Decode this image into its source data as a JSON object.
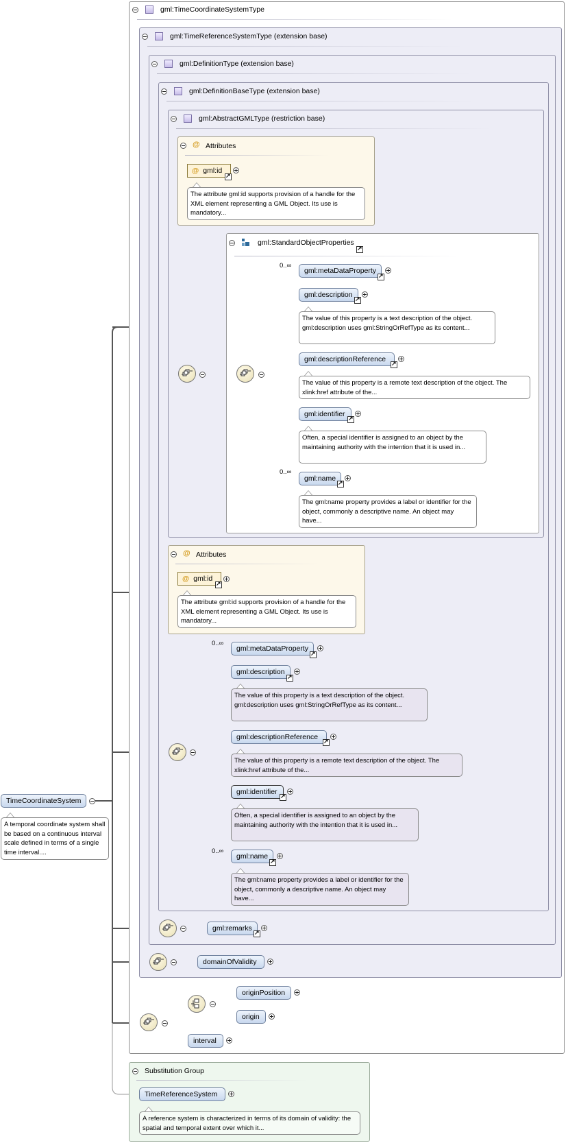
{
  "root": {
    "label": "TimeCoordinateSystem",
    "doc": "A temporal coordinate system shall be based on a continuous interval scale defined in terms of a single time interval...."
  },
  "types": {
    "timeCoordinateSystemType": "gml:TimeCoordinateSystemType",
    "timeReferenceSystemType": "gml:TimeReferenceSystemType (extension base)",
    "definitionType": "gml:DefinitionType (extension base)",
    "definitionBaseType": "gml:DefinitionBaseType (extension base)",
    "abstractGMLType": "gml:AbstractGMLType (restriction base)"
  },
  "attributes_header": "Attributes",
  "inner_attributes": {
    "id_label": "gml:id",
    "doc": "The attribute gml:id supports provision of a handle for the XML element representing a GML Object. Its use is mandatory..."
  },
  "standard_object_properties": {
    "label": "gml:StandardObjectProperties",
    "elements": [
      {
        "label": "gml:metaDataProperty",
        "card": "0..∞",
        "doc": ""
      },
      {
        "label": "gml:description",
        "card": "",
        "doc": "The value of this property is a text description of the object. gml:description uses gml:StringOrRefType as its content..."
      },
      {
        "label": "gml:descriptionReference",
        "card": "",
        "doc": "The value of this property is a remote text description of the object. The xlink:href attribute of the..."
      },
      {
        "label": "gml:identifier",
        "card": "",
        "doc": "Often, a special identifier is assigned to an object by the maintaining authority with the intention that it is used in..."
      },
      {
        "label": "gml:name",
        "card": "0..∞",
        "doc": "The gml:name property provides a label or identifier for the object, commonly a descriptive name. An object may have..."
      }
    ]
  },
  "outer_attributes": {
    "id_label": "gml:id",
    "doc": "The attribute gml:id supports provision of a handle for the XML element representing a GML Object. Its use is mandatory..."
  },
  "definition_base_elements": [
    {
      "label": "gml:metaDataProperty",
      "card": "0..∞",
      "doc": ""
    },
    {
      "label": "gml:description",
      "card": "",
      "doc": "The value of this property is a text description of the object. gml:description uses gml:StringOrRefType as its content..."
    },
    {
      "label": "gml:descriptionReference",
      "card": "",
      "doc": "The value of this property is a remote text description of the object. The xlink:href attribute of the..."
    },
    {
      "label": "gml:identifier",
      "card": "",
      "doc": "Often, a special identifier is assigned to an object by the maintaining authority with the intention that it is used in..."
    },
    {
      "label": "gml:name",
      "card": "0..∞",
      "doc": "The gml:name property provides a label or identifier for the object, commonly a descriptive name. An object may have..."
    }
  ],
  "remarks": "gml:remarks",
  "domain_of_validity": "domainOfValidity",
  "origin_position": "originPosition",
  "origin": "origin",
  "interval": "interval",
  "substitution_group": {
    "header": "Substitution Group",
    "label": "TimeReferenceSystem",
    "doc": "A reference system is characterized in terms of its domain of validity: the spatial and temporal extent over which it..."
  }
}
